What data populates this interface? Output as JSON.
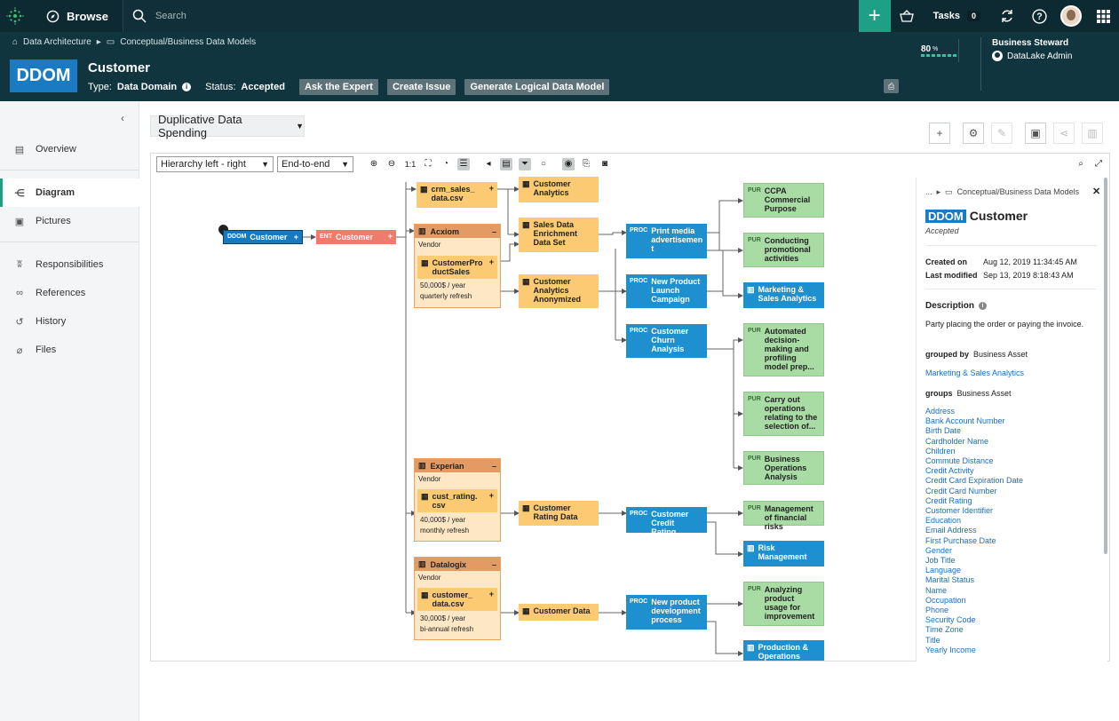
{
  "topbar": {
    "browse": "Browse",
    "search_placeholder": "Search",
    "tasks": "Tasks",
    "tasks_count": "0"
  },
  "breadcrumb": [
    "Data Architecture",
    "Conceptual/Business Data Models"
  ],
  "asset": {
    "badge": "DDOM",
    "title": "Customer",
    "type_label": "Type:",
    "type_value": "Data Domain",
    "status_label": "Status:",
    "status_value": "Accepted",
    "buttons": [
      "Ask the Expert",
      "Create Issue",
      "Generate Logical Data Model"
    ]
  },
  "score": {
    "value": "80",
    "unit": "%"
  },
  "steward": {
    "title": "Business Steward",
    "user": "DataLake Admin"
  },
  "nav": [
    "Overview",
    "Diagram",
    "Pictures",
    "Responsibilities",
    "References",
    "History",
    "Files"
  ],
  "view": {
    "name": "Duplicative Data Spending"
  },
  "toolbar": {
    "layout": "Hierarchy left - right",
    "scope": "End-to-end",
    "zoom": "1:1"
  },
  "diagram": {
    "root": {
      "tag": "DDOM",
      "label": "Customer"
    },
    "entity": {
      "tag": "ENT",
      "label": "Customer"
    },
    "files": {
      "crm": "crm_sales_ data.csv",
      "cust_analytics": "Customer Analytics",
      "sales_enrich": "Sales Data Enrichment Data Set",
      "cust_anon": "Customer Analytics Anonymized",
      "cust_rating_data": "Customer Rating Data",
      "cust_data": "Customer Data"
    },
    "vendors": [
      {
        "name": "Acxiom",
        "kind": "Vendor",
        "file": "CustomerPro ductSales",
        "cost": "50,000$ / year",
        "refresh": "quarterly refresh"
      },
      {
        "name": "Experian",
        "kind": "Vendor",
        "file": "cust_rating. csv",
        "cost": "40,000$ / year",
        "refresh": "monthly refresh"
      },
      {
        "name": "Datalogix",
        "kind": "Vendor",
        "file": "customer_ data.csv",
        "cost": "30,000$ / year",
        "refresh": "bi-annual refresh"
      }
    ],
    "proc_tag": "PROC",
    "pur_tag": "PUR",
    "procs": {
      "print": "Print media advertisemen t",
      "launch": "New Product Launch Campaign",
      "churn": "Customer Churn Analysis",
      "credit": "Customer Credit Rating",
      "newprod": "New product development process"
    },
    "purposes": {
      "ccpa": "CCPA Commercial Purpose",
      "promo": "Conducting promotional activities",
      "auto": "Automated decision-making and profiling model prep...",
      "carry": "Carry out operations relating to the selection of...",
      "bizops": "Business Operations Analysis",
      "mgmt": "Management of financial risks",
      "usage": "Analyzing product usage for improvement"
    },
    "assets": {
      "mkt": "Marketing & Sales Analytics",
      "risk": "Risk Management",
      "prod": "Production & Operations"
    }
  },
  "panel": {
    "crumb_ellipsis": "...",
    "crumb": "Conceptual/Business Data Models",
    "badge": "DDOM",
    "title": "Customer",
    "status": "Accepted",
    "created_label": "Created on",
    "created": "Aug 12, 2019 11:34:45 AM",
    "modified_label": "Last modified",
    "modified": "Sep 13, 2019 8:18:43 AM",
    "desc_label": "Description",
    "desc": "Party placing the order or paying the invoice.",
    "grouped_by_label": "grouped by",
    "grouped_by_type": "Business Asset",
    "grouped_by": "Marketing & Sales Analytics",
    "groups_label": "groups",
    "groups_type": "Business Asset",
    "groups": [
      "Address",
      "Bank Account Number",
      "Birth Date",
      "Cardholder Name",
      "Children",
      "Commute Distance",
      "Credit Activity",
      "Credit Card Expiration Date",
      "Credit Card Number",
      "Credit Rating",
      "Customer Identifier",
      "Education",
      "Email Address",
      "First Purchase Date",
      "Gender",
      "Job Title",
      "Language",
      "Marital Status",
      "Name",
      "Occupation",
      "Phone",
      "Security Code",
      "Time Zone",
      "Title",
      "Yearly Income"
    ]
  }
}
